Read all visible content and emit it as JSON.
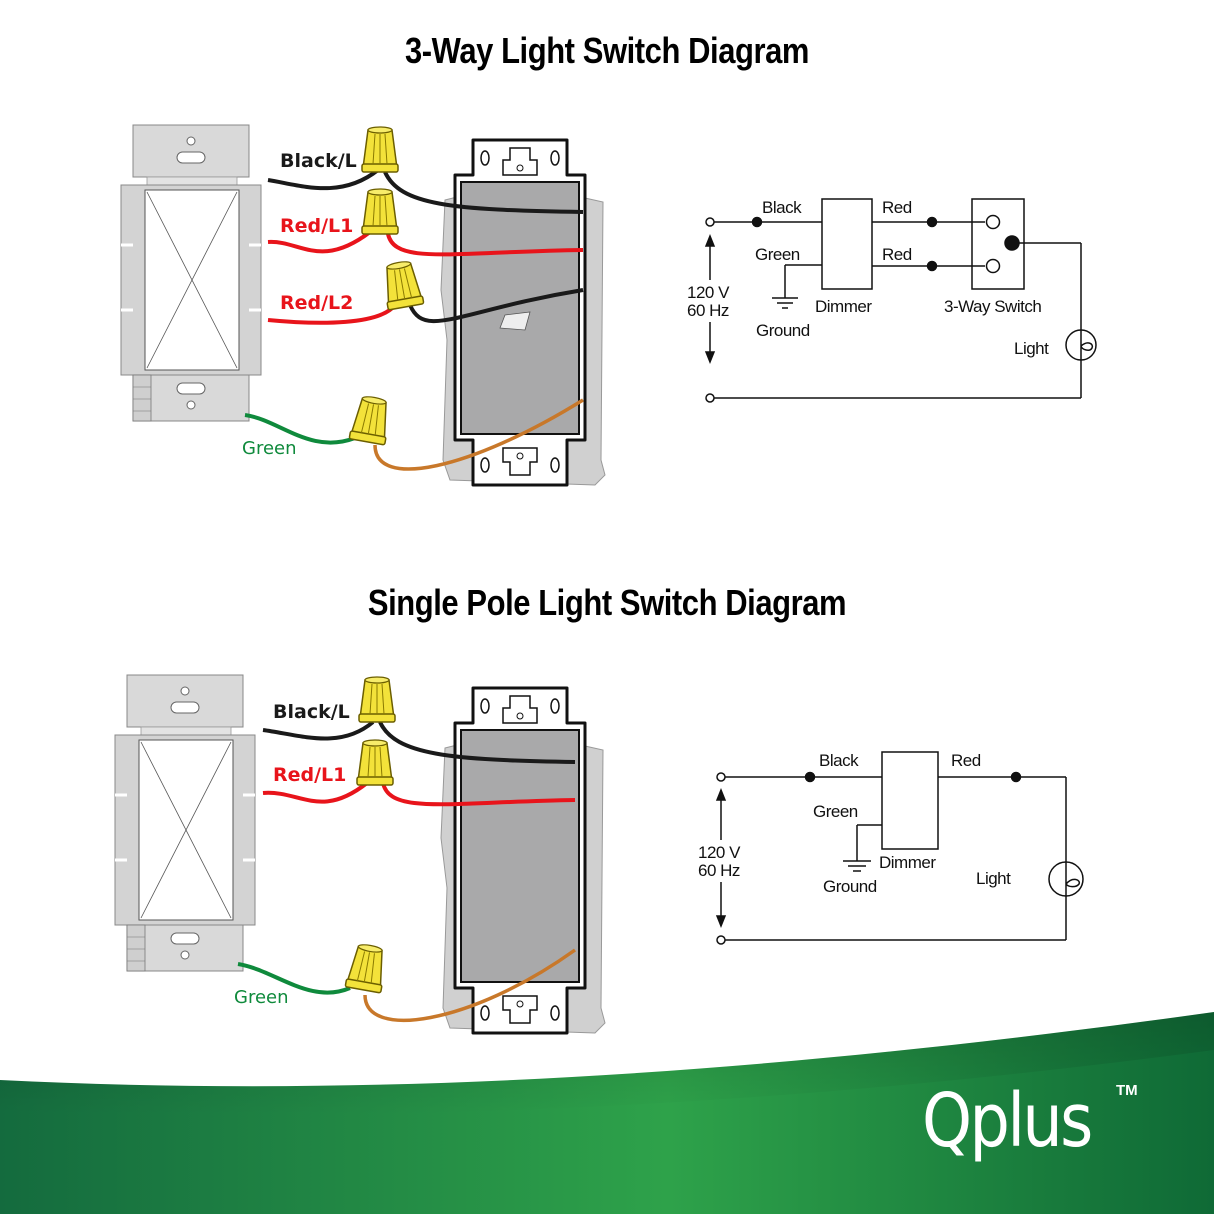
{
  "titles": {
    "three_way": "3-Way Light Switch Diagram",
    "single_pole": "Single Pole Light Switch Diagram"
  },
  "three_way": {
    "wiring_labels": {
      "black": "Black/L",
      "red1": "Red/L1",
      "red2": "Red/L2",
      "green": "Green"
    },
    "schematic": {
      "black": "Black",
      "green": "Green",
      "red_top": "Red",
      "red_bottom": "Red",
      "voltage": "120 V",
      "frequency": "60 Hz",
      "dimmer": "Dimmer",
      "ground": "Ground",
      "switch": "3-Way Switch",
      "light": "Light"
    }
  },
  "single_pole": {
    "wiring_labels": {
      "black": "Black/L",
      "red1": "Red/L1",
      "green": "Green"
    },
    "schematic": {
      "black": "Black",
      "green": "Green",
      "red": "Red",
      "voltage": "120 V",
      "frequency": "60 Hz",
      "dimmer": "Dimmer",
      "ground": "Ground",
      "light": "Light"
    }
  },
  "colors": {
    "black_wire": "#1a1a1a",
    "red_wire": "#e8141b",
    "green_wire": "#0f8a3c",
    "ground_wire": "#c8782a",
    "connector": "#f3e23a",
    "brand_green": "#1f8a45"
  },
  "brand": {
    "name": "Qplus",
    "trademark": "TM"
  }
}
